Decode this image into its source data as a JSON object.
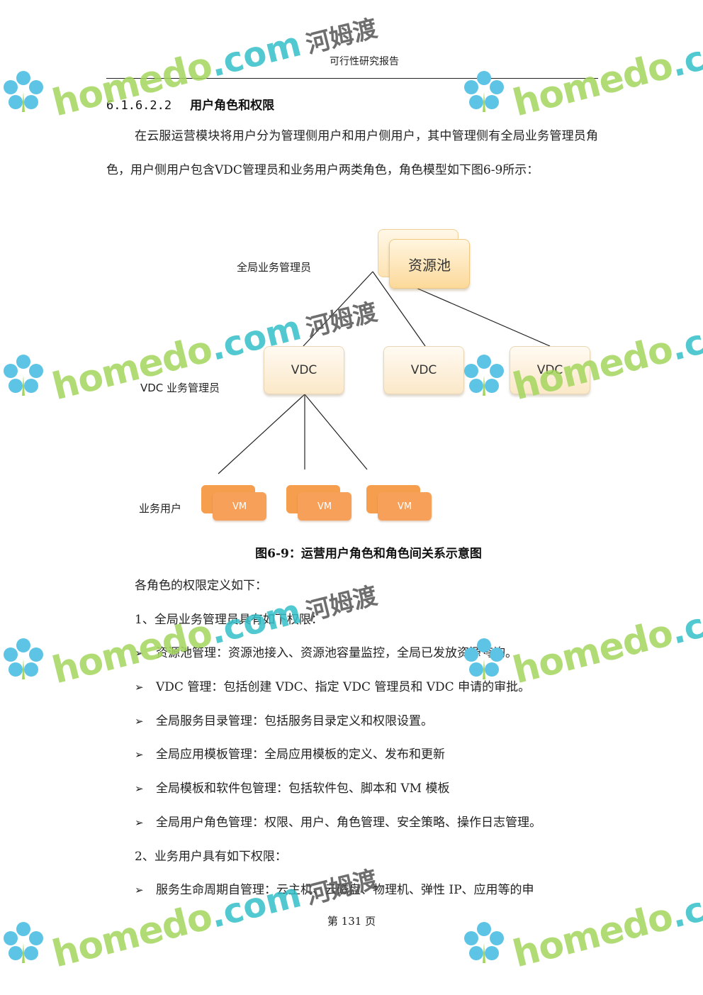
{
  "header": {
    "title": "可行性研究报告"
  },
  "section": {
    "number": "6.1.6.2.2",
    "title": "用户角色和权限"
  },
  "intro": "在云服运营模块将用户分为管理侧用户和用户侧用户，其中管理侧有全局业务管理员角色，用户侧用户包含VDC管理员和业务用户两类角色，角色模型如下图6-9所示：",
  "diagram": {
    "labels": {
      "global_admin": "全局业务管理员",
      "vdc_admin": "VDC 业务管理员",
      "biz_user": "业务用户"
    },
    "pool": "资源池",
    "vdcs": [
      "VDC",
      "VDC",
      "VDC"
    ],
    "vms": [
      "VM",
      "VM",
      "VM"
    ]
  },
  "caption": "图6-9：运营用户角色和角色间关系示意图",
  "roles_intro": "各角色的权限定义如下：",
  "group1": {
    "title": "1、全局业务管理员具有如下权限：",
    "items": [
      "资源池管理：资源池接入、资源池容量监控，全局已发放资源查询。",
      "VDC 管理：包括创建 VDC、指定 VDC 管理员和 VDC 申请的审批。",
      "全局服务目录管理：包括服务目录定义和权限设置。",
      "全局应用模板管理：全局应用模板的定义、发布和更新",
      "全局模板和软件包管理：包括软件包、脚本和 VM 模板",
      "全局用户角色管理：权限、用户、角色管理、安全策略、操作日志管理。"
    ]
  },
  "group2": {
    "title": "2、业务用户具有如下权限：",
    "items": [
      "服务生命周期自管理：云主机、云磁盘、物理机、弹性 IP、应用等的申"
    ]
  },
  "bullet_symbol": "➢",
  "footer": {
    "page": "第 131 页"
  },
  "watermark": {
    "latin_a": "home",
    "latin_b": "do",
    "dotcom": ".com",
    "cjk": "河姆渡"
  }
}
